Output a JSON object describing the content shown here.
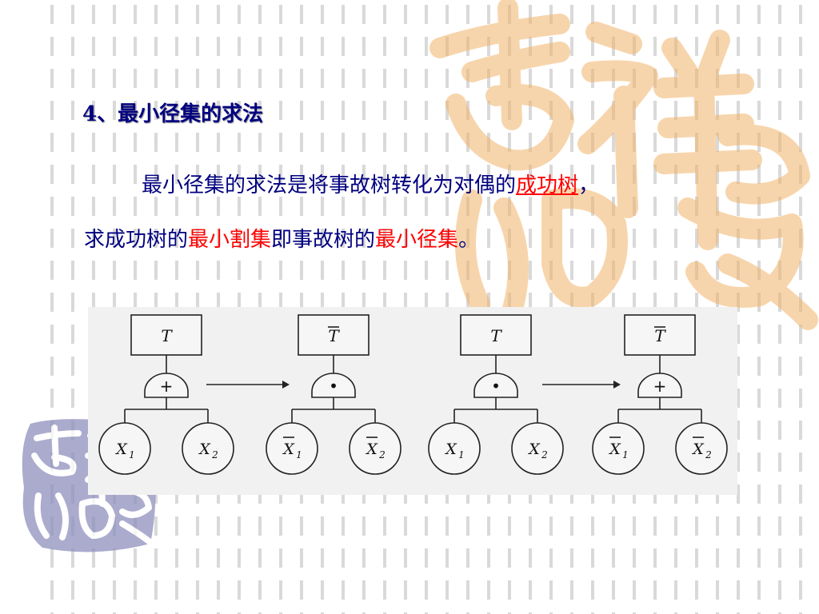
{
  "slide": {
    "heading": "4、最小径集的求法",
    "para": {
      "l1_a": "最小径集的求法是将事故树转化为对偶的",
      "l1_red": "成功树",
      "l1_end": "，",
      "l2_a": "求成功树的",
      "l2_red1": "最小割集",
      "l2_b": "即事故树的",
      "l2_red2": "最小径集",
      "l2_end": "。"
    }
  },
  "figure": {
    "trees": [
      {
        "top": "T",
        "top_bar": false,
        "gate": "+",
        "left": "X",
        "left_sub": "1",
        "right": "X",
        "right_sub": "2",
        "bar": false
      },
      {
        "top": "T",
        "top_bar": true,
        "gate": "•",
        "left": "X",
        "left_sub": "1",
        "right": "X",
        "right_sub": "2",
        "bar": true
      },
      {
        "top": "T",
        "top_bar": false,
        "gate": "•",
        "left": "X",
        "left_sub": "1",
        "right": "X",
        "right_sub": "2",
        "bar": false
      },
      {
        "top": "T",
        "top_bar": true,
        "gate": "+",
        "left": "X",
        "left_sub": "1",
        "right": "X",
        "right_sub": "2",
        "bar": true
      }
    ]
  },
  "colors": {
    "heading": "#000080",
    "emphasis": "#ff0000",
    "seal_orange": "#f2b46a",
    "seal_blue": "#8e90bd"
  }
}
